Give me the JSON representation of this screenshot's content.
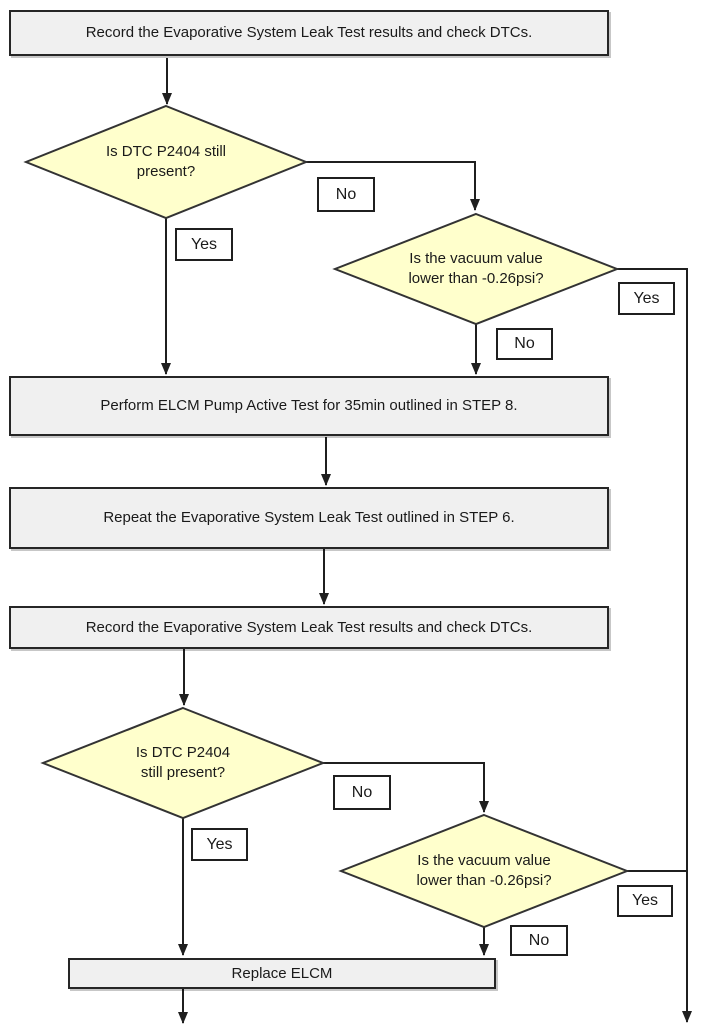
{
  "flowchart": {
    "boxes": {
      "record1": "Record the Evaporative System Leak Test results and check DTCs.",
      "perform": "Perform ELCM Pump Active Test for 35min outlined in STEP 8.",
      "repeat": "Repeat the Evaporative System Leak Test outlined in STEP 6.",
      "record2": "Record the Evaporative System Leak Test results and check DTCs.",
      "replace": "Replace ELCM"
    },
    "decisions": {
      "dtc1": "Is DTC P2404 still\npresent?",
      "vacuum1": "Is the vacuum value\nlower than -0.26psi?",
      "dtc2": "Is DTC P2404\nstill present?",
      "vacuum2": "Is the vacuum value\nlower than -0.26psi?"
    },
    "labels": {
      "no1": "No",
      "yes1": "Yes",
      "yes2": "Yes",
      "no2": "No",
      "no3": "No",
      "yes3": "Yes",
      "yes4": "Yes",
      "no4": "No"
    },
    "colors": {
      "decision_fill": "#FFFFCC",
      "process_fill": "#F0F0F0",
      "label_fill": "#FFFFFF",
      "line": "#1F1F1F"
    }
  }
}
